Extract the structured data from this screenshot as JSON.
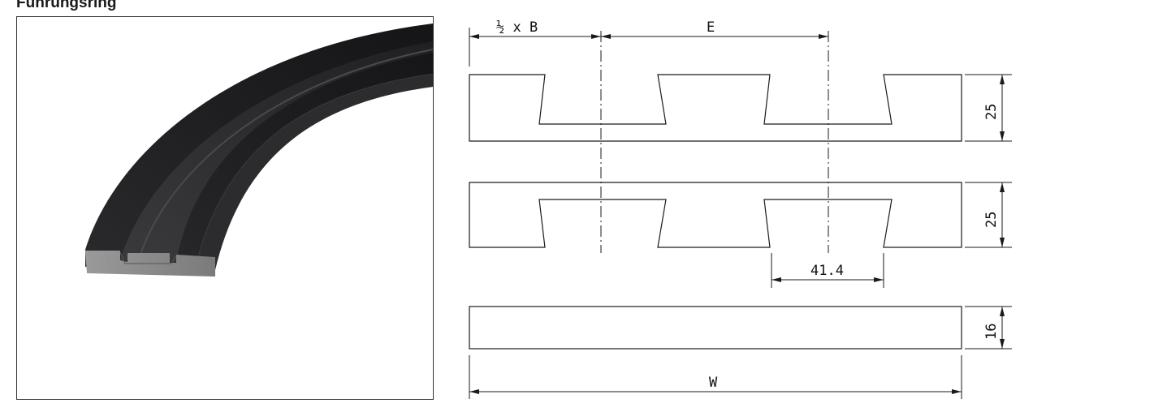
{
  "heading": "Führungsring",
  "drawing": {
    "dim_half_b": "½ x B",
    "dim_e": "E",
    "dim_height_top": "25",
    "dim_height_middle": "25",
    "dim_groove": "41.4",
    "dim_height_bottom": "16",
    "dim_width": "W"
  },
  "colors": {
    "line": "#1a1a1a",
    "profile_dark": "#1c1c1e",
    "profile_face": "#8a8a8a"
  }
}
